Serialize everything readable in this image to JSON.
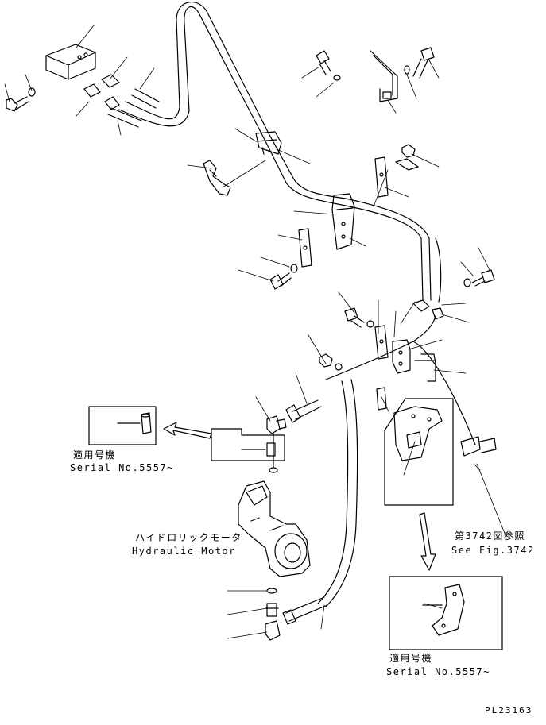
{
  "annotations": {
    "serial_left_jp": "適用号機",
    "serial_left_en": "Serial No.5557~",
    "motor_jp": "ハイドロリックモータ",
    "motor_en": "Hydraulic Motor",
    "see_fig_jp": "第3742図参照",
    "see_fig_en": "See Fig.3742",
    "serial_right_jp": "適用号機",
    "serial_right_en": "Serial No.5557~",
    "plate_code": "PL23163"
  },
  "colors": {
    "ink": "#000000",
    "paper": "#ffffff"
  }
}
